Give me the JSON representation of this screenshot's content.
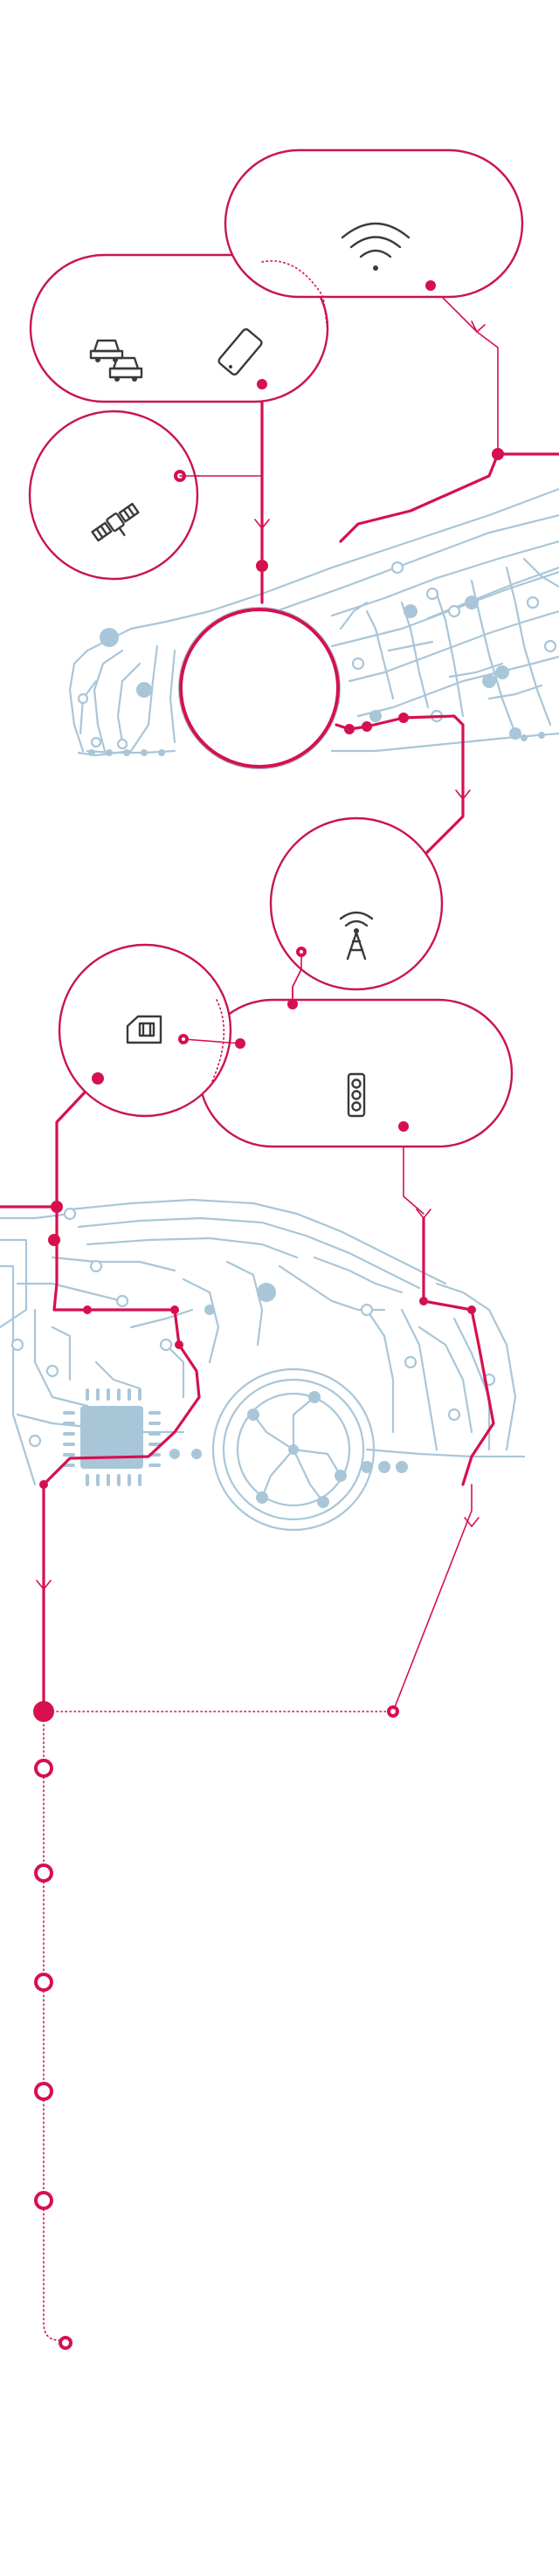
{
  "colors": {
    "accent": "#d6104f",
    "circuit": "#a9c6d9",
    "icon": "#3a3a3a",
    "background": "#ffffff"
  },
  "bubbles": [
    {
      "id": "wifi",
      "icons": [
        "wifi-icon"
      ]
    },
    {
      "id": "vehicles-phone",
      "icons": [
        "cars-icon",
        "smartphone-icon"
      ]
    },
    {
      "id": "satellite",
      "icons": [
        "satellite-icon"
      ]
    },
    {
      "id": "antenna",
      "icons": [
        "antenna-tower-icon"
      ]
    },
    {
      "id": "sim",
      "icons": [
        "sim-card-icon"
      ]
    },
    {
      "id": "traffic-light",
      "icons": [
        "traffic-light-icon"
      ]
    }
  ],
  "timeline": {
    "markers": 6
  }
}
